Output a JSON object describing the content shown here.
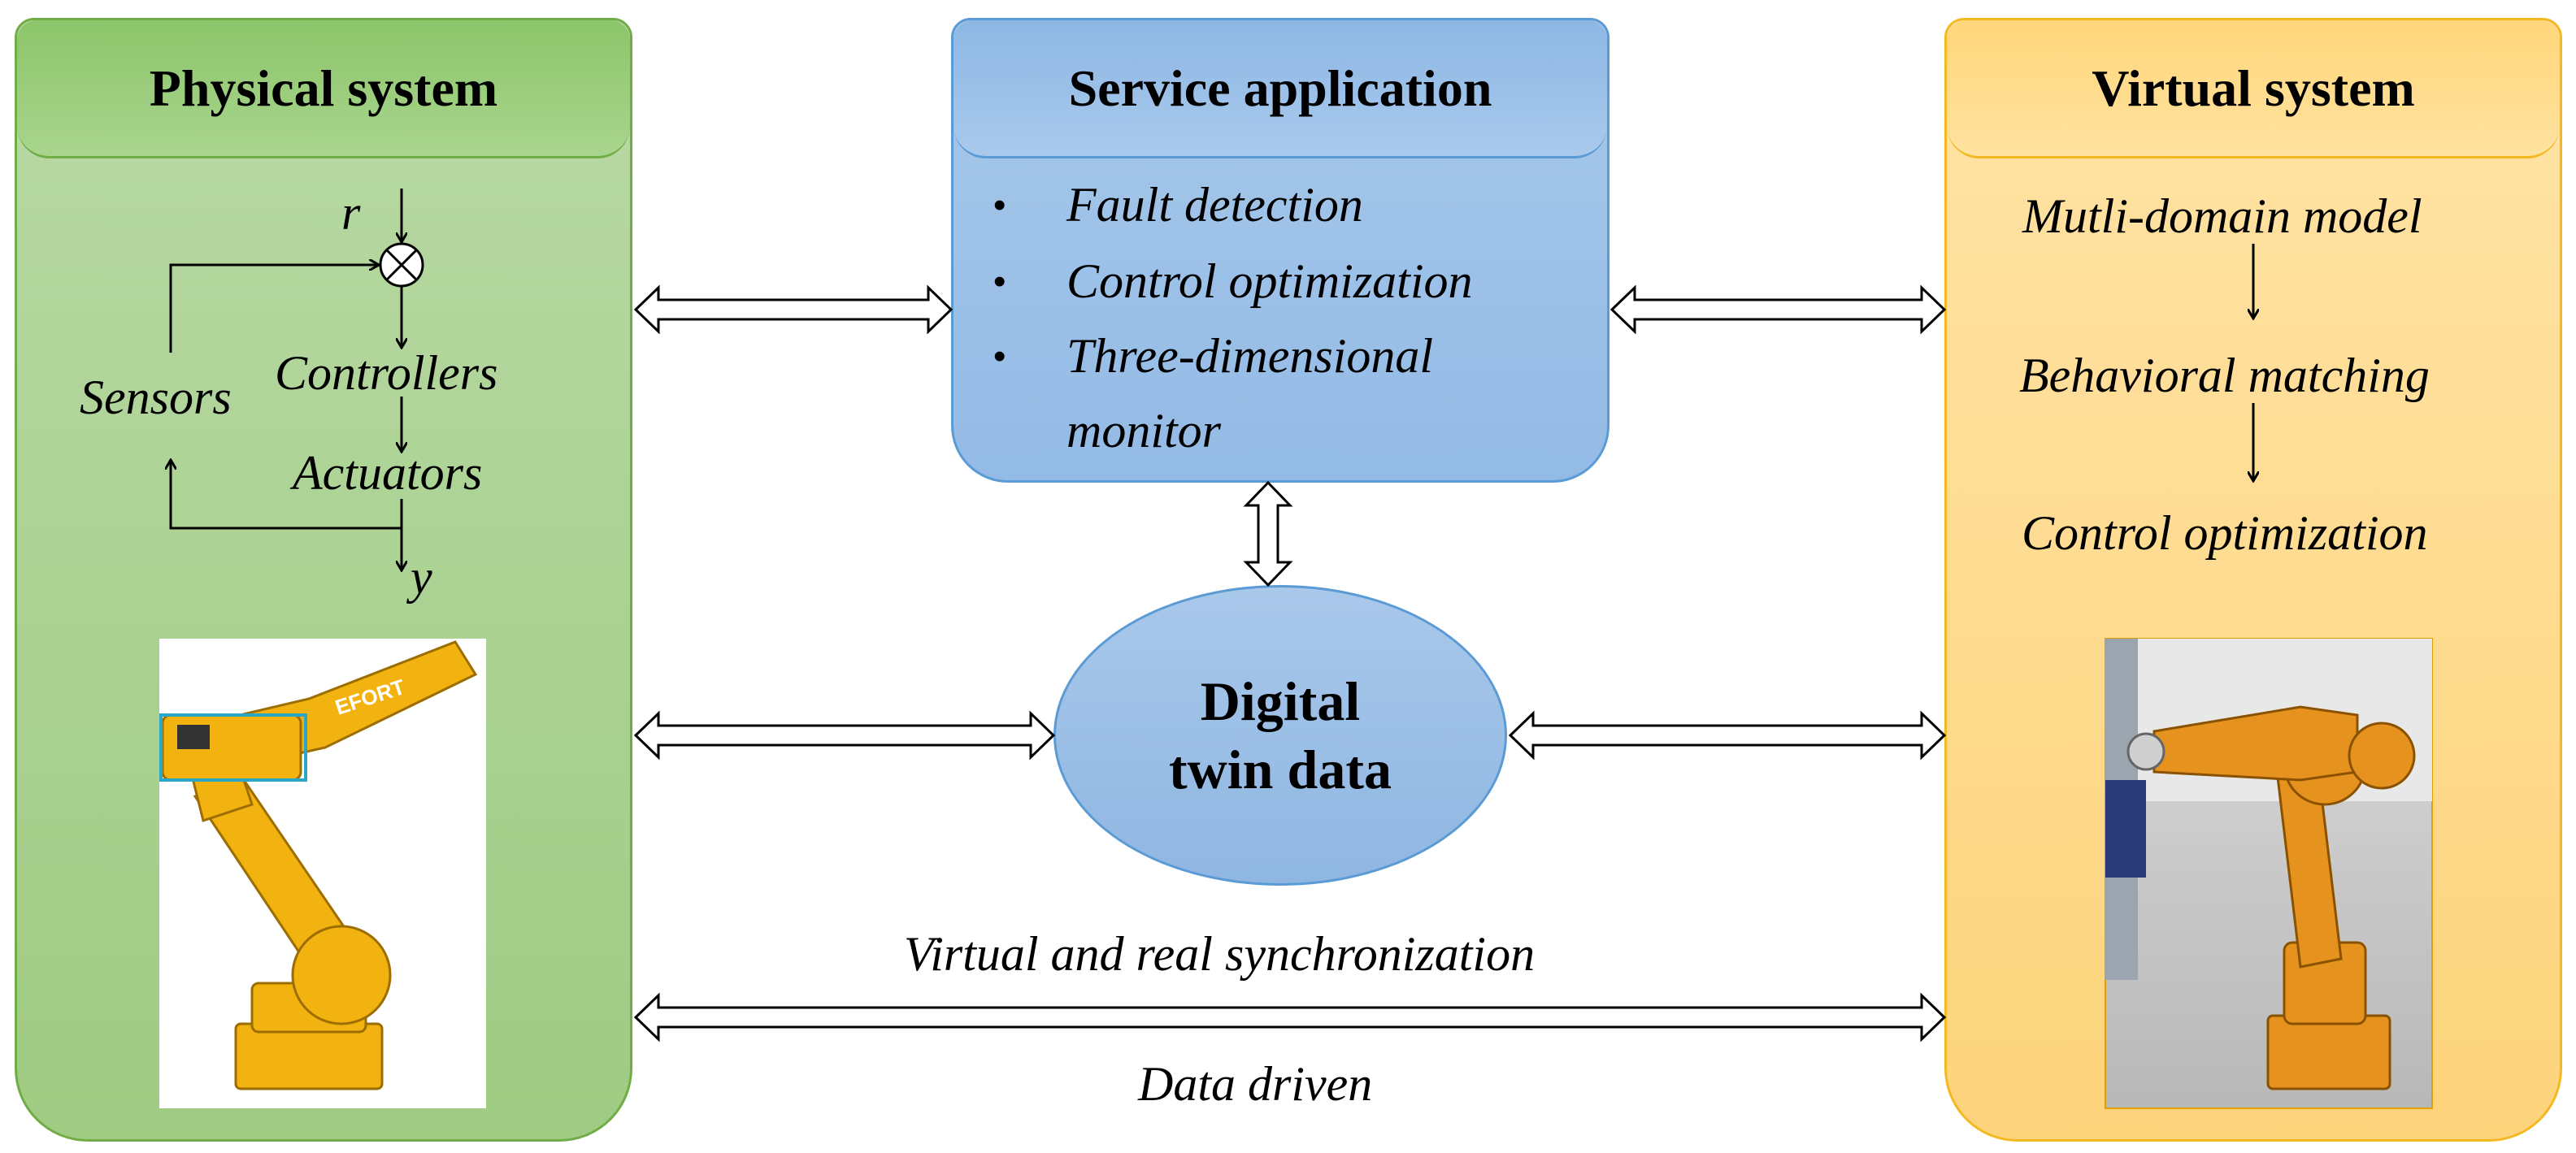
{
  "physical": {
    "title": "Physical system",
    "labels": {
      "r": "r",
      "y": "y",
      "sensors": "Sensors",
      "controllers": "Controllers",
      "actuators": "Actuators"
    }
  },
  "service": {
    "title": "Service application",
    "items": [
      "Fault detection",
      "Control optimization",
      "Three-dimensional",
      "monitor"
    ]
  },
  "virtual": {
    "title": "Virtual system",
    "steps": [
      "Mutli-domain model",
      "Behavioral matching",
      "Control optimization"
    ]
  },
  "twin": {
    "line1": "Digital",
    "line2": "twin data"
  },
  "bottom": {
    "sync_label": "Virtual and real synchronization",
    "driven_label": "Data driven"
  },
  "robot_logo": "EFORT",
  "colors": {
    "green": "#71ad47",
    "blue": "#5b9bd5",
    "orange": "#f4b822",
    "robot": "#f2b20f"
  }
}
